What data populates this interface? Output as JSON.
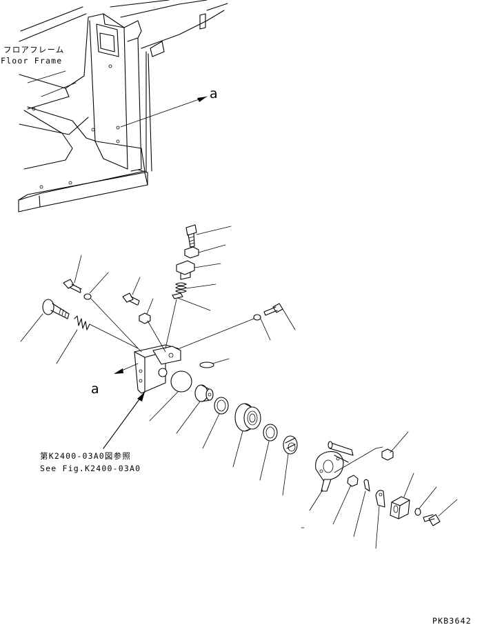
{
  "labels": {
    "floor_frame_jp": "フロアフレーム",
    "floor_frame_en": "Floor Frame",
    "view_marker_top": "a",
    "view_marker_bottom": "a",
    "see_fig_jp": "第K2400-03A0図参照",
    "see_fig_en": "See Fig.K2400-03A0",
    "drawing_code": "PKB3642"
  }
}
